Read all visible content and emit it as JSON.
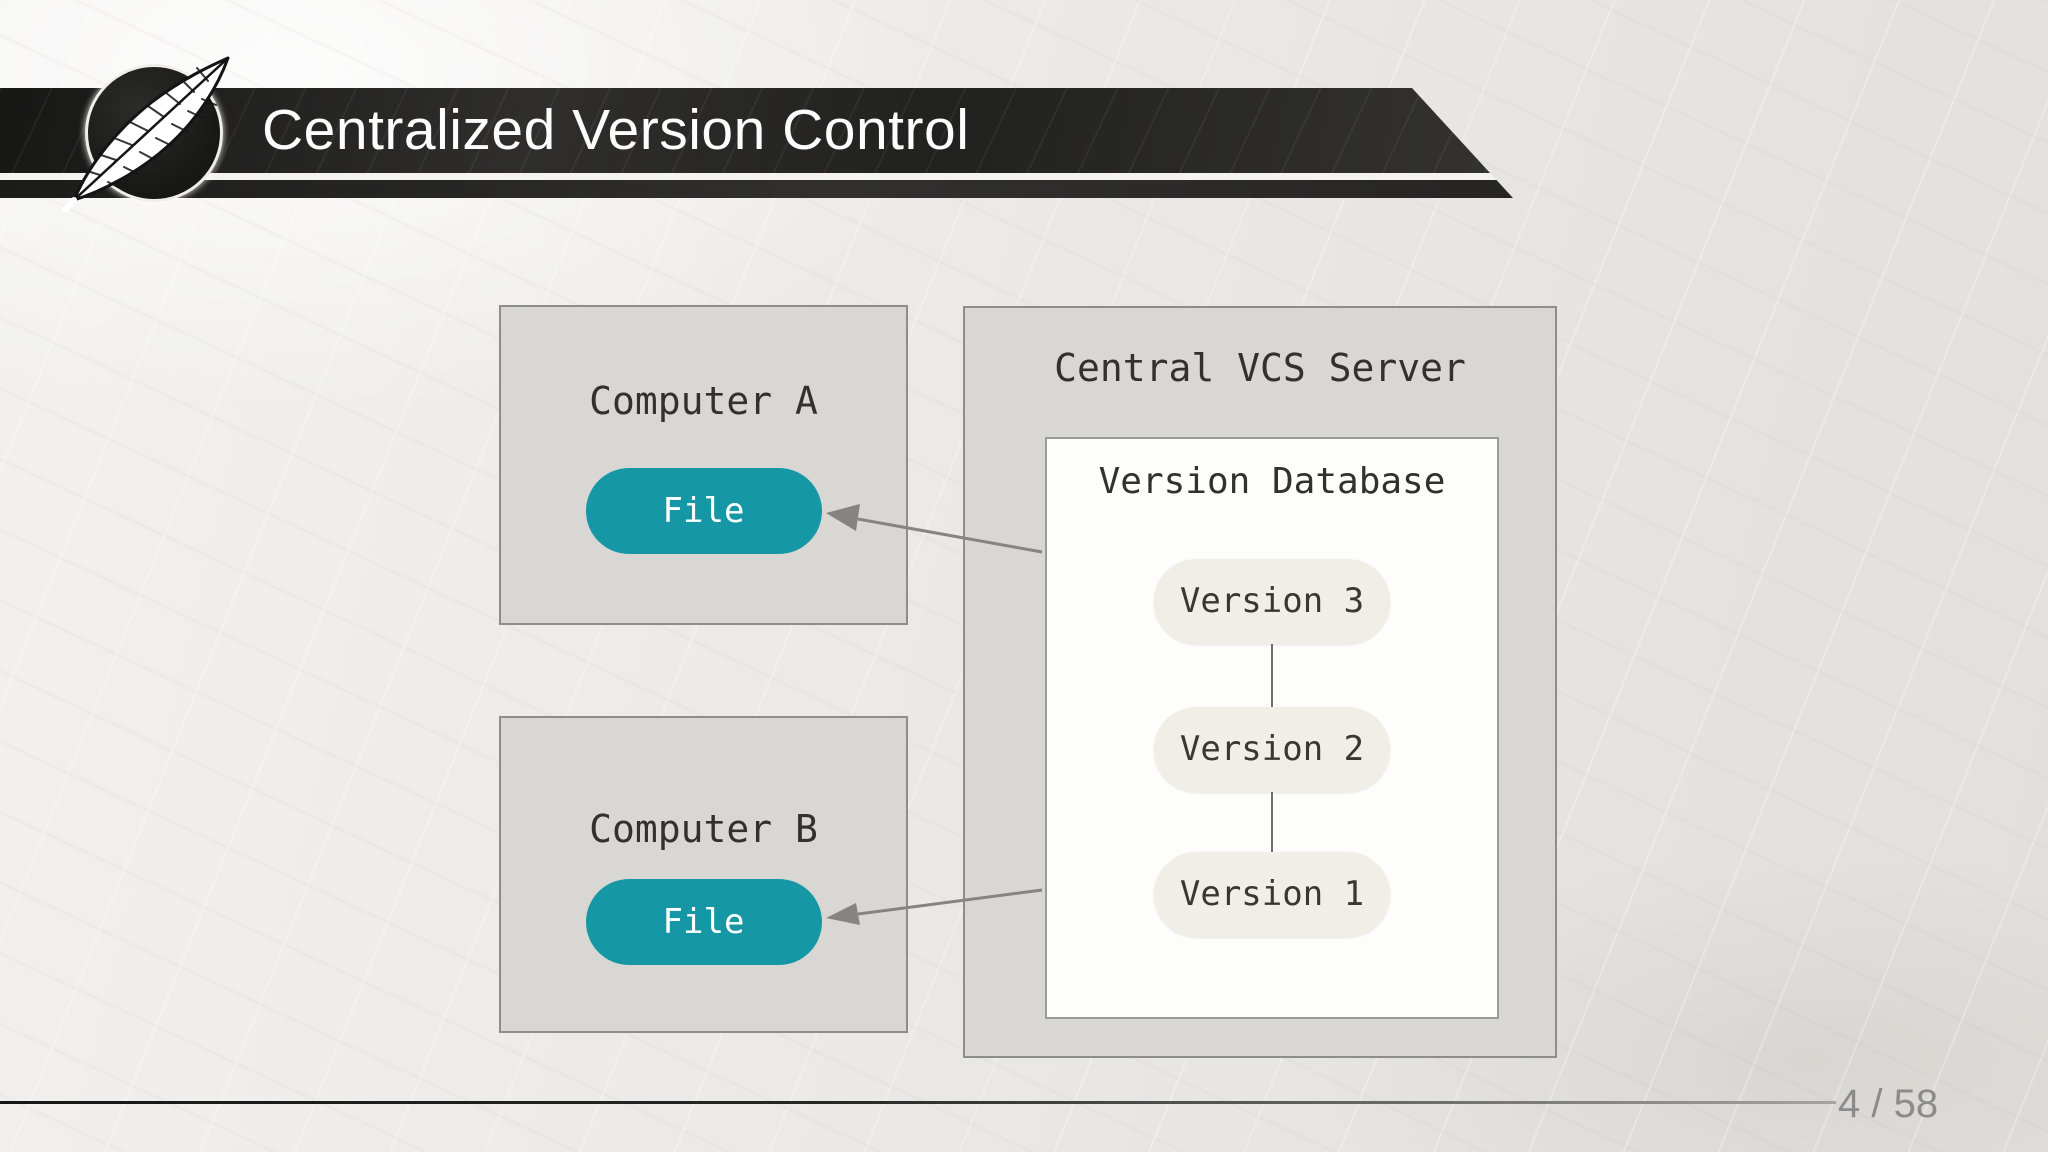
{
  "slide": {
    "title": "Centralized Version Control",
    "page_indicator": "4 / 58"
  },
  "header": {
    "logo_icon": "quill-feather-icon"
  },
  "diagram": {
    "computer_a": {
      "title": "Computer A",
      "file_label": "File"
    },
    "computer_b": {
      "title": "Computer B",
      "file_label": "File"
    },
    "central_server": {
      "title": "Central VCS Server",
      "version_database": {
        "title": "Version Database",
        "versions": [
          "Version 3",
          "Version 2",
          "Version 1"
        ]
      }
    }
  },
  "colors": {
    "accent_teal": "#1697a6",
    "version_pill_cream": "#f0eee6",
    "box_gray": "#d8d7d4",
    "banner_dark": "#232322",
    "arrow_gray": "#85847f",
    "page_number_gray": "#8b8b8b"
  }
}
